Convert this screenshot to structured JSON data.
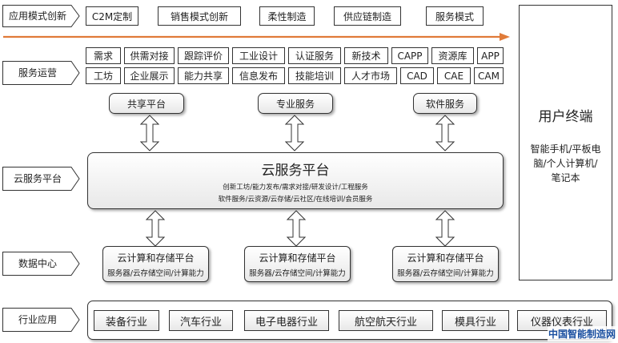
{
  "rows": {
    "app_mode": "应用模式创新",
    "service_ops": "服务运营",
    "cloud_service": "云服务平台",
    "data_center": "数据中心",
    "industry_app": "行业应用"
  },
  "modes": [
    "C2M定制",
    "销售模式创新",
    "柔性制造",
    "供应链制造",
    "服务模式"
  ],
  "services_row1": [
    "需求",
    "供需对接",
    "跟踪评价",
    "工业设计",
    "认证服务",
    "新技术",
    "CAPP",
    "资源库",
    "APP"
  ],
  "services_row2": [
    "工坊",
    "企业展示",
    "能力共享",
    "信息发布",
    "技能培训",
    "人才市场",
    "CAD",
    "CAE",
    "CAM"
  ],
  "mid_platforms": [
    "共享平台",
    "专业服务",
    "软件服务"
  ],
  "cloud": {
    "title": "云服务平台",
    "line1": "创新工坊/能力发布/需求对接/研发设计/工程服务",
    "line2": "软件服务/云资源/云存储/云社区/在线培训/会员服务"
  },
  "computing": [
    {
      "title": "云计算和存储平台",
      "sub": "服务器/云存储空间/计算能力"
    },
    {
      "title": "云计算和存储平台",
      "sub": "服务器/云存储空间/计算能力"
    },
    {
      "title": "云计算和存储平台",
      "sub": "服务器/云存储空间/计算能力"
    }
  ],
  "industries": [
    "装备行业",
    "汽车行业",
    "电子电器行业",
    "航空航天行业",
    "模具行业",
    "仪器仪表行业"
  ],
  "terminal": {
    "title": "用户终端",
    "line1": "智能手机/平板电",
    "line2": "脑/个人计算机/",
    "line3": "笔记本"
  },
  "watermark": "中国智能制造网",
  "colors": {
    "arrow": "#e07b39",
    "watermark_blue": "#1a4fa0",
    "watermark_red": "#d32020"
  }
}
